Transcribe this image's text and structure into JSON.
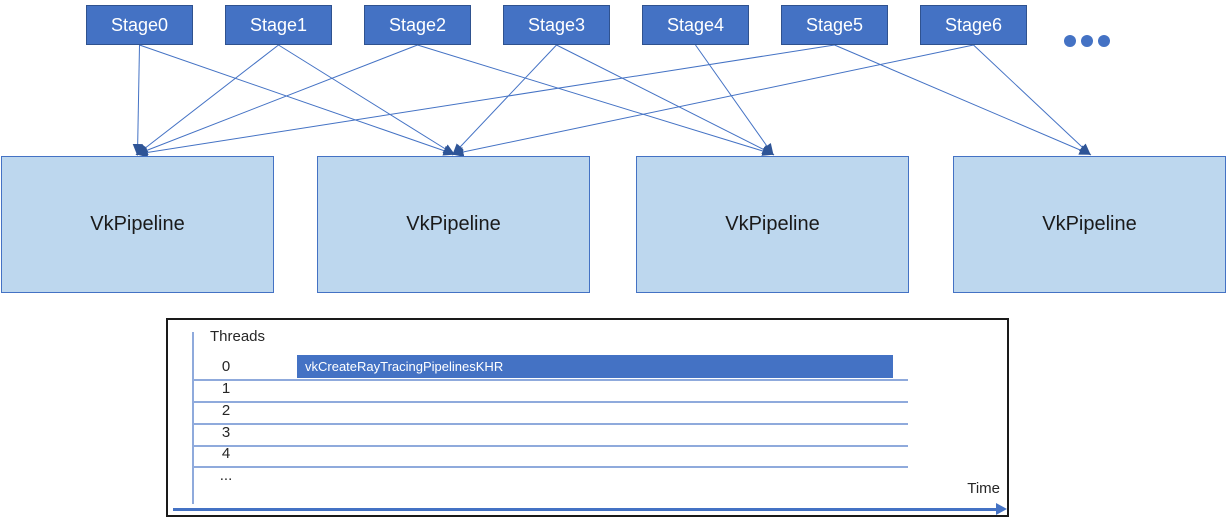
{
  "title": "Ray tracing pipeline stage compilation diagram",
  "stages": {
    "items": [
      {
        "label": "Stage0"
      },
      {
        "label": "Stage1"
      },
      {
        "label": "Stage2"
      },
      {
        "label": "Stage3"
      },
      {
        "label": "Stage4"
      },
      {
        "label": "Stage5"
      },
      {
        "label": "Stage6"
      }
    ],
    "ellipsis_dots": 3
  },
  "pipelines": [
    {
      "label": "VkPipeline"
    },
    {
      "label": "VkPipeline"
    },
    {
      "label": "VkPipeline"
    },
    {
      "label": "VkPipeline"
    }
  ],
  "connections": [
    {
      "from": 0,
      "to": 0
    },
    {
      "from": 0,
      "to": 1
    },
    {
      "from": 1,
      "to": 0
    },
    {
      "from": 1,
      "to": 1
    },
    {
      "from": 2,
      "to": 0
    },
    {
      "from": 2,
      "to": 2
    },
    {
      "from": 3,
      "to": 1
    },
    {
      "from": 3,
      "to": 2
    },
    {
      "from": 4,
      "to": 2
    },
    {
      "from": 5,
      "to": 0
    },
    {
      "from": 5,
      "to": 3
    },
    {
      "from": 6,
      "to": 1
    },
    {
      "from": 6,
      "to": 3
    }
  ],
  "timeline": {
    "y_axis_label": "Threads",
    "x_axis_label": "Time",
    "threads": [
      "0",
      "1",
      "2",
      "3",
      "4",
      "..."
    ],
    "bars": [
      {
        "thread": "0",
        "label": "vkCreateRayTracingPipelinesKHR"
      }
    ]
  },
  "colors": {
    "accent": "#4472C4",
    "stage_fill": "#4472C4",
    "stage_border": "#2F528F",
    "stage_text": "#FFFFFF",
    "pipeline_fill": "#BDD7EE",
    "pipeline_border": "#4472C4",
    "pipeline_text": "#1A1A1A",
    "connector": "#4472C4",
    "arrowhead": "#2F5597",
    "grid_line": "#8FAADC",
    "chart_border": "#1A1A1A",
    "chart_text": "#262626",
    "bar_fill": "#4472C4",
    "bar_text": "#FFFFFF"
  }
}
